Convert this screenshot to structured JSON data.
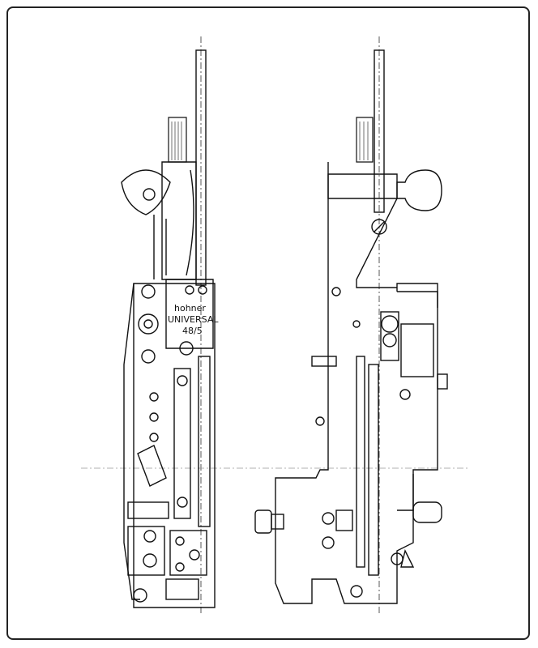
{
  "drawing": {
    "label_line1": "hohner",
    "label_line2": "UNIVERSAL",
    "label_line3": "48/5"
  }
}
